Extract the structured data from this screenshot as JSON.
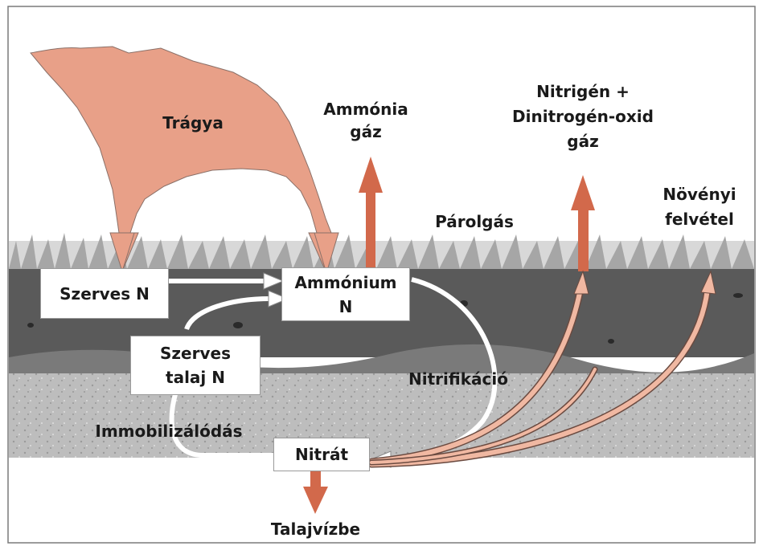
{
  "labels": {
    "tragya": "Trágya",
    "ammonia_gas": [
      "Ammónia",
      "gáz"
    ],
    "nitrogen_gas": [
      "Nitrigén +",
      "Dinitrogén-oxid",
      "gáz"
    ],
    "plant_uptake": [
      "Növényi",
      "felvétel"
    ],
    "evaporation": "Párolgás",
    "nitrification": "Nitrifikáció",
    "immobilization": "Immobilizálódás",
    "groundwater": "Talajvízbe"
  },
  "boxes": {
    "organic_n": "Szerves N",
    "ammonium_n": [
      "Ammónium",
      "N"
    ],
    "soil_organic_n": [
      "Szerves",
      "talaj N"
    ],
    "nitrate": "Nitrát"
  },
  "colors": {
    "manure_fill": "#e8a088",
    "gas_arrow": "#d2694b",
    "uptake_arrow": "#f0b8a2",
    "topsoil": "#5a5a5a",
    "subsoil": "#bdbdbd"
  }
}
